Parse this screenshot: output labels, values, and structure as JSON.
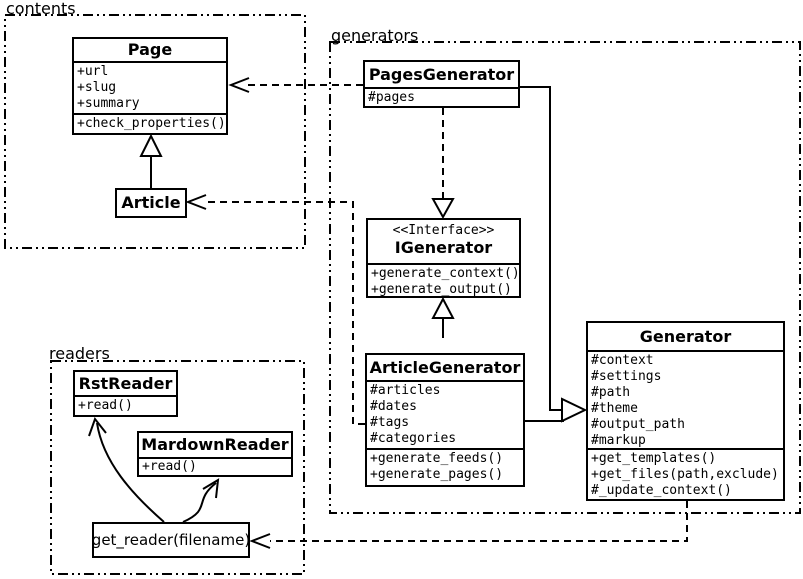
{
  "packages": {
    "contents": "contents",
    "generators": "generators",
    "readers": "readers"
  },
  "classes": {
    "page": {
      "name": "Page",
      "attributes": [
        "+url",
        "+slug",
        "+summary"
      ],
      "methods": [
        "+check_properties()"
      ]
    },
    "article": {
      "name": "Article"
    },
    "pages_generator": {
      "name": "PagesGenerator",
      "attributes": [
        "#pages"
      ]
    },
    "igenerator": {
      "stereotype": "<<Interface>>",
      "name": "IGenerator",
      "methods": [
        "+generate_context()",
        "+generate_output()"
      ]
    },
    "article_generator": {
      "name": "ArticleGenerator",
      "attributes": [
        "#articles",
        "#dates",
        "#tags",
        "#categories"
      ],
      "methods": [
        "+generate_feeds()",
        "+generate_pages()"
      ]
    },
    "generator": {
      "name": "Generator",
      "attributes": [
        "#context",
        "#settings",
        "#path",
        "#theme",
        "#output_path",
        "#markup"
      ],
      "methods": [
        "+get_templates()",
        "+get_files(path,exclude)",
        "#_update_context()"
      ]
    },
    "rst_reader": {
      "name": "RstReader",
      "methods": [
        "+read()"
      ]
    },
    "mardown_reader": {
      "name": "MardownReader",
      "methods": [
        "+read()"
      ]
    },
    "get_reader": {
      "label": "get_reader(filename)"
    }
  },
  "colors": {
    "line": "#000000",
    "background": "#ffffff"
  }
}
